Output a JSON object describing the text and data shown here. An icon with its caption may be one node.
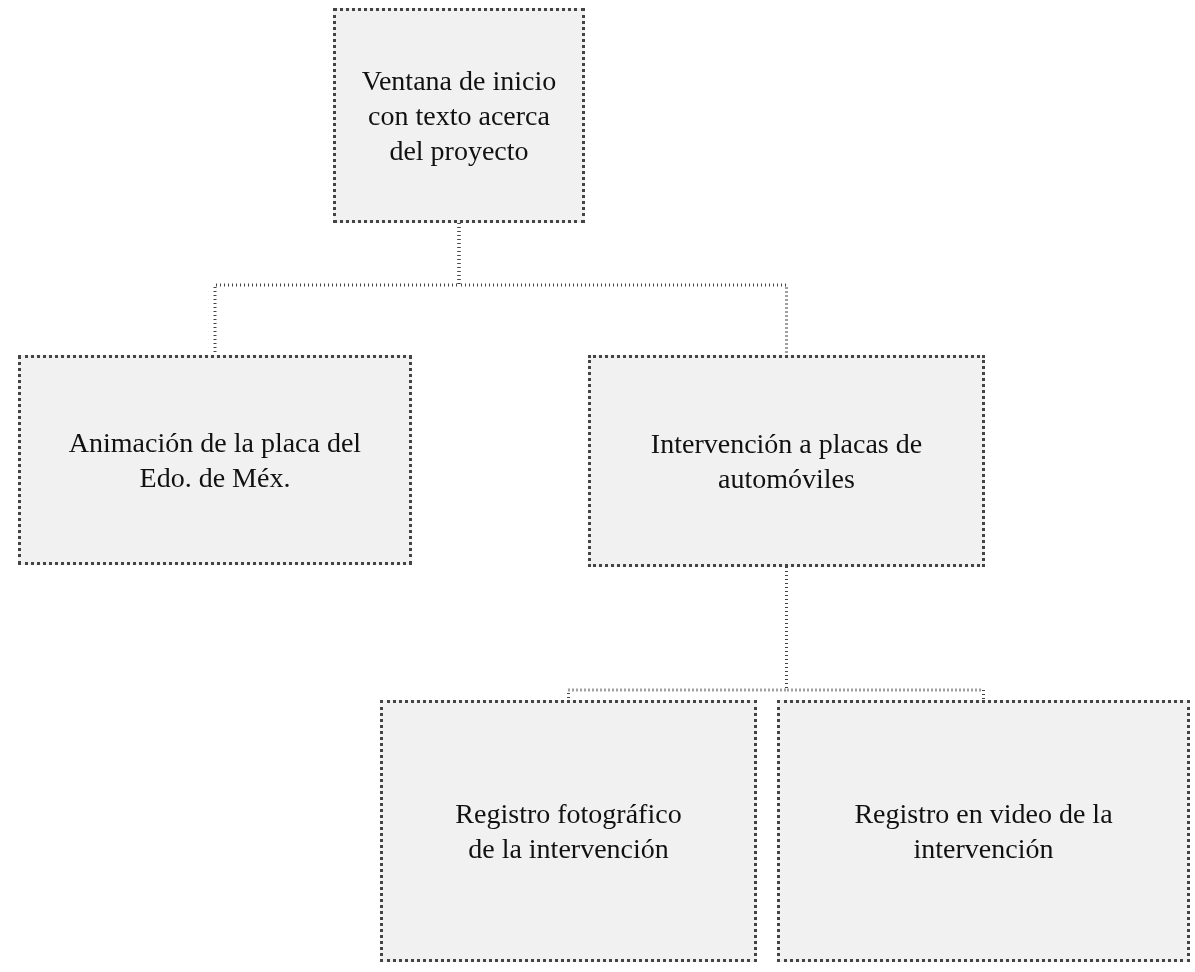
{
  "diagram": {
    "nodes": [
      {
        "text": [
          "Ventana de inicio con texto acerca del proyecto"
        ]
      },
      {
        "text": [
          "Animación de la placa del Edo. de Méx."
        ]
      },
      {
        "text": [
          "Intervención a placas de automóviles"
        ]
      },
      {
        "text": [
          "Registro fotográfico de la intervención"
        ]
      },
      {
        "text": [
          "Registro en video de la intervención"
        ]
      }
    ],
    "edges": [
      {
        "from": 0,
        "to": 1,
        "arrow": "none"
      },
      {
        "from": 0,
        "to": 2,
        "arrow": "none"
      },
      {
        "from": 2,
        "to": 3,
        "arrow": "none"
      },
      {
        "from": 2,
        "to": 4,
        "arrow": "none"
      }
    ]
  }
}
